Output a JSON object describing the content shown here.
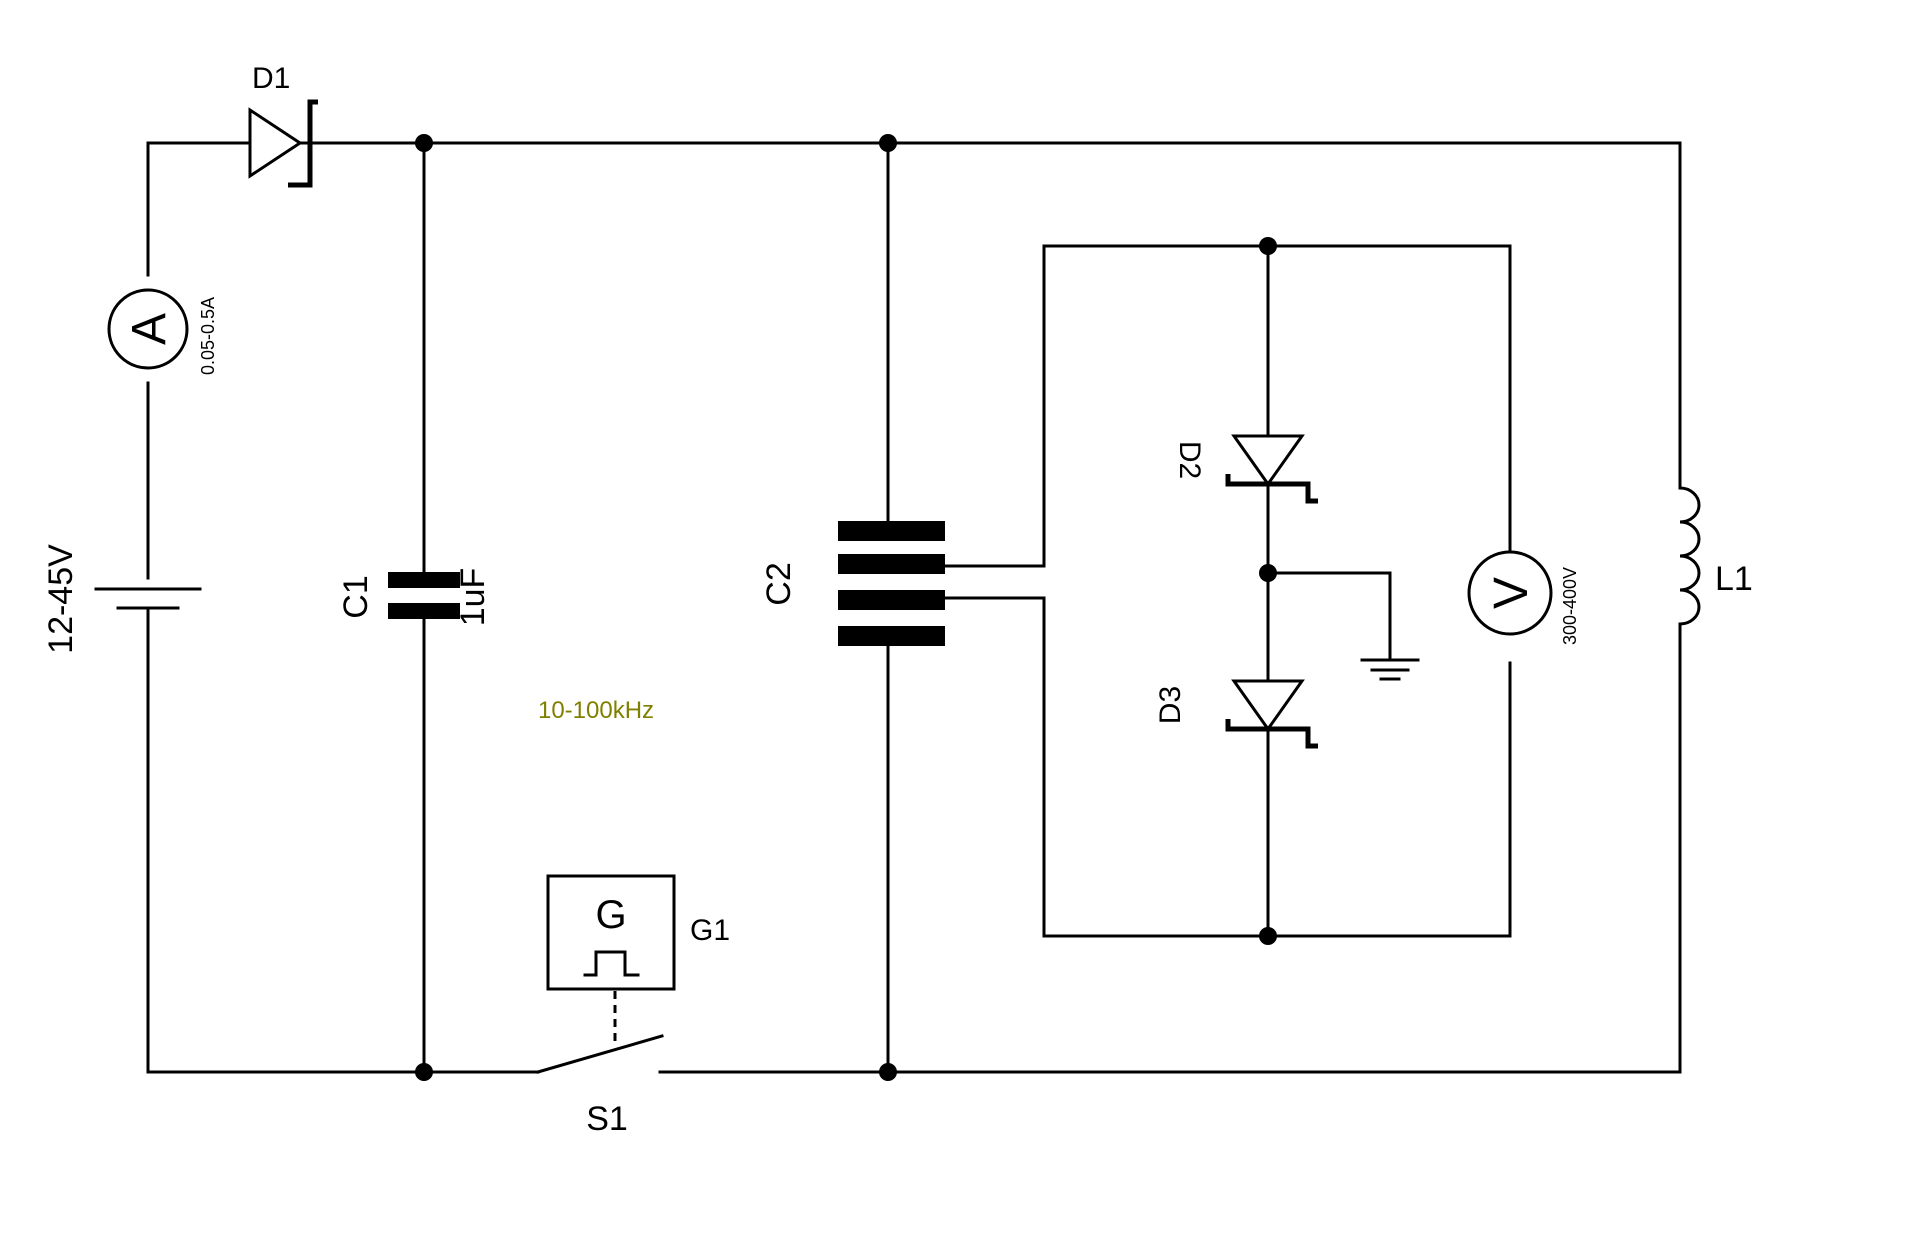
{
  "components": {
    "d1": {
      "label": "D1"
    },
    "ammeter": {
      "symbol": "A",
      "range": "0.05-0.5A"
    },
    "battery": {
      "label": "12-45V"
    },
    "c1": {
      "label": "C1",
      "value": "1uF"
    },
    "frequency": {
      "text": "10-100kHz",
      "color": "#808000"
    },
    "generator": {
      "symbol": "G",
      "label": "G1"
    },
    "switch": {
      "label": "S1"
    },
    "c2": {
      "label": "C2"
    },
    "d2": {
      "label": "D2"
    },
    "d3": {
      "label": "D3"
    },
    "voltmeter": {
      "symbol": "V",
      "range": "300-400V"
    },
    "l1": {
      "label": "L1"
    }
  }
}
